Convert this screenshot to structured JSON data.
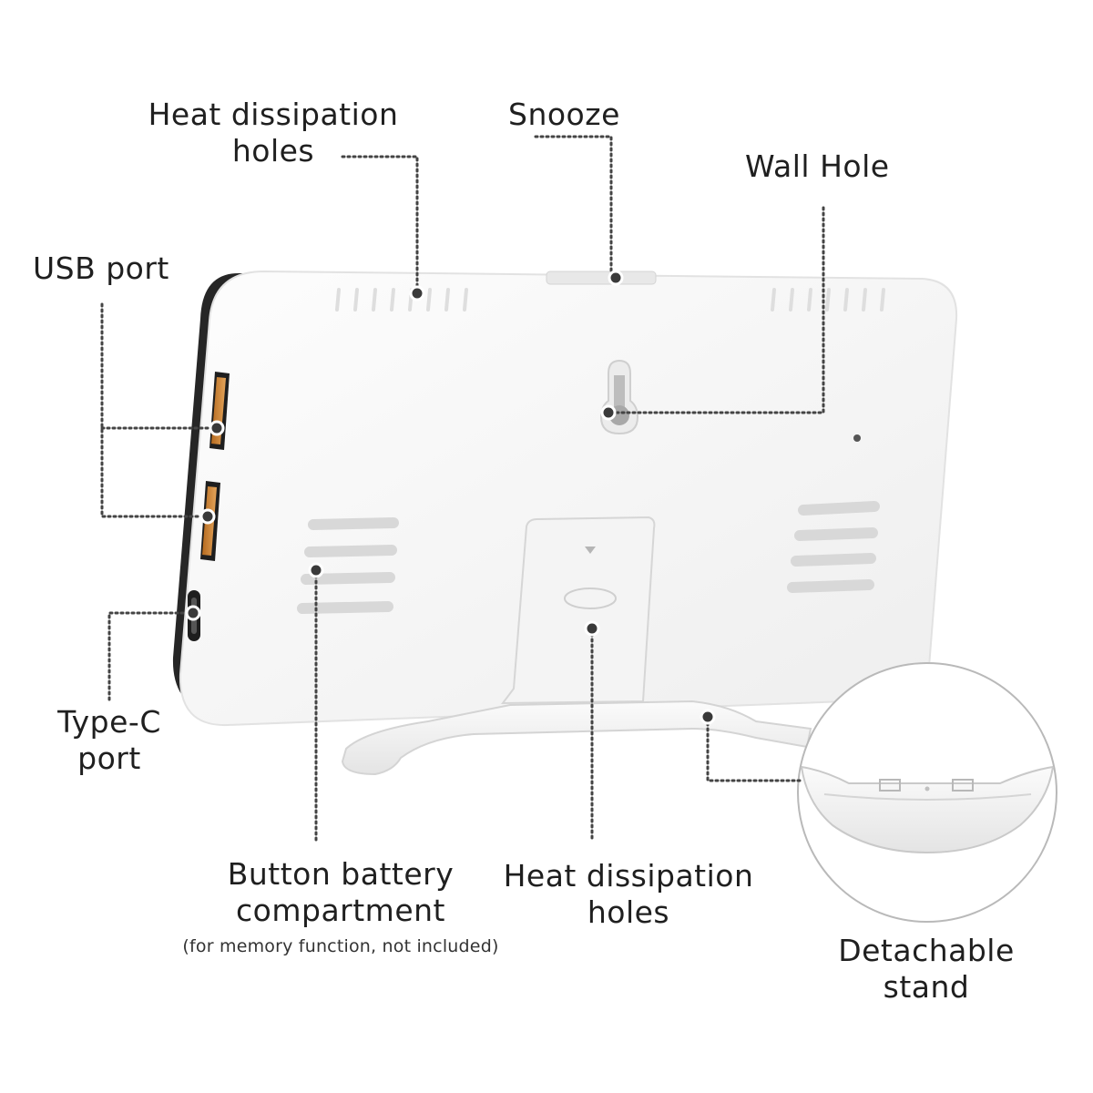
{
  "labels": {
    "heat_top": [
      "Heat dissipation",
      "holes"
    ],
    "snooze": "Snooze",
    "wall_hole": "Wall Hole",
    "usb_port": "USB port",
    "type_c": [
      "Type-C",
      "port"
    ],
    "battery": [
      "Button battery",
      "compartment"
    ],
    "battery_note": "(for memory function, not included)",
    "heat_bottom": [
      "Heat dissipation",
      "holes"
    ],
    "stand": [
      "Detachable",
      "stand"
    ]
  },
  "colors": {
    "body": "#f7f7f7",
    "body_edge": "#e6e6e6",
    "front_dark": "#262626",
    "port_orange": "#d08a3a",
    "leader": "#444444",
    "dot": "#3a3a3a"
  },
  "icons": [
    "keyhole-icon",
    "down-arrow-icon",
    "callout-dot-icon",
    "usb-port-icon",
    "type-c-port-icon"
  ]
}
